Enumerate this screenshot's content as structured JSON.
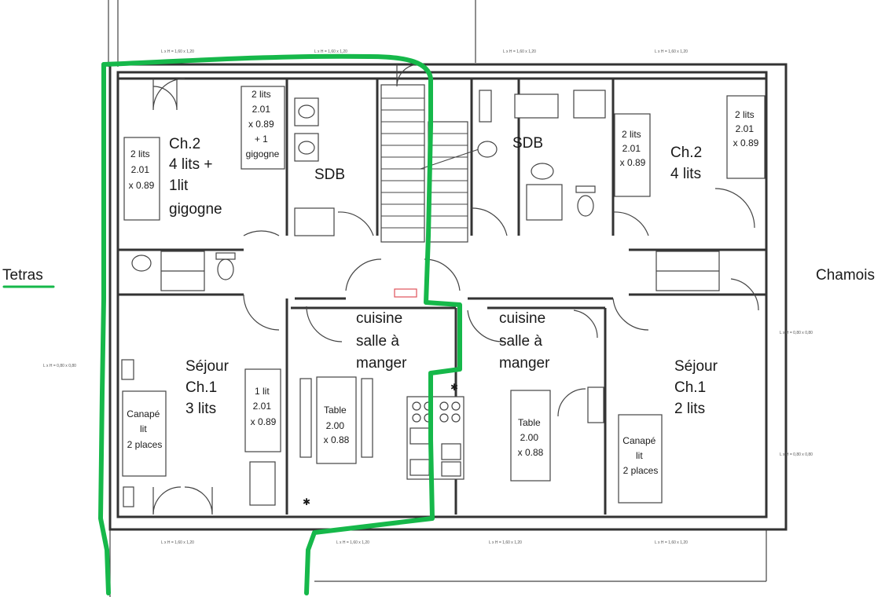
{
  "sides": {
    "left": "Tetras",
    "right": "Chamois"
  },
  "rooms": {
    "ch2_left": [
      "Ch.2",
      "4 lits +",
      "1lit",
      "gigogne"
    ],
    "sdb_left": "SDB",
    "sdb_right": "SDB",
    "ch2_right": [
      "Ch.2",
      "4 lits"
    ],
    "sejour_left": [
      "Séjour",
      "Ch.1",
      "3 lits"
    ],
    "cuisine_left": [
      "cuisine",
      "salle à",
      "manger"
    ],
    "cuisine_right": [
      "cuisine",
      "salle à",
      "manger"
    ],
    "sejour_right": [
      "Séjour",
      "Ch.1",
      "2 lits"
    ]
  },
  "furniture": {
    "bed_ch2_left": [
      "2 lits",
      "2.01",
      "x 0.89"
    ],
    "bed_ch2_left_b": [
      "2 lits",
      "2.01",
      "x 0.89",
      "+ 1",
      "gigogne"
    ],
    "bed_ch2_right_a": [
      "2 lits",
      "2.01",
      "x 0.89"
    ],
    "bed_ch2_right_b": [
      "2 lits",
      "2.01",
      "x 0.89"
    ],
    "bed_sejour_left": [
      "1 lit",
      "2.01",
      "x 0.89"
    ],
    "canape_left": [
      "Canapé",
      "lit",
      "2 places"
    ],
    "canape_right": [
      "Canapé",
      "lit",
      "2 places"
    ],
    "table_left": [
      "Table",
      "2.00",
      "x 0.88"
    ],
    "table_right": [
      "Table",
      "2.00",
      "x 0.88"
    ]
  },
  "window_dims": [
    "L x H = 1,60 x 1,20",
    "L x H = 1,60 x 1,20",
    "L x H = 1,60 x 1,20",
    "L x H = 1,60 x 1,20",
    "L x H = 1,60 x 1,20",
    "L x H = 1,60 x 1,20",
    "L x H = 1,60 x 1,20",
    "L x H = 1,60 x 1,20",
    "L x H = 0,80 x 0,80",
    "L x H = 0,80 x 0,80",
    "L x H = 0,80 x 0,80"
  ],
  "colors": {
    "wall": "#333333",
    "highlight": "#16b84a"
  }
}
